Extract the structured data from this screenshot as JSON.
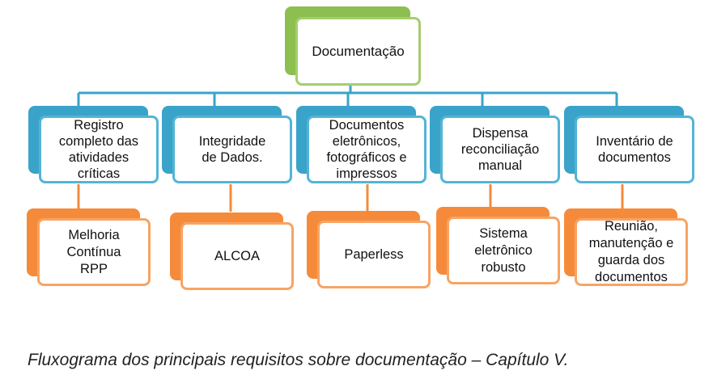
{
  "diagram": {
    "root": {
      "label": "Documentação"
    },
    "branches": [
      {
        "label": "Registro\ncompleto das\natividades\ncríticas",
        "child": "Melhoria\nContínua\nRPP"
      },
      {
        "label": "Integridade\nde Dados.",
        "child": "ALCOA"
      },
      {
        "label": "Documentos\neletrônicos,\nfotográficos e\nimpressos",
        "child": "Paperless"
      },
      {
        "label": "Dispensa\nreconciliação\nmanual",
        "child": "Sistema\neletrônico\nrobusto"
      },
      {
        "label": "Inventário de\ndocumentos",
        "child": "Reunião,\nmanutenção e\nguarda dos\ndocumentos"
      }
    ],
    "colors": {
      "root": "#8cbf4f",
      "level1": "#3aa3c9",
      "level2": "#f58b3a"
    }
  },
  "caption": "Fluxograma dos principais requisitos sobre documentação – Capítulo V."
}
